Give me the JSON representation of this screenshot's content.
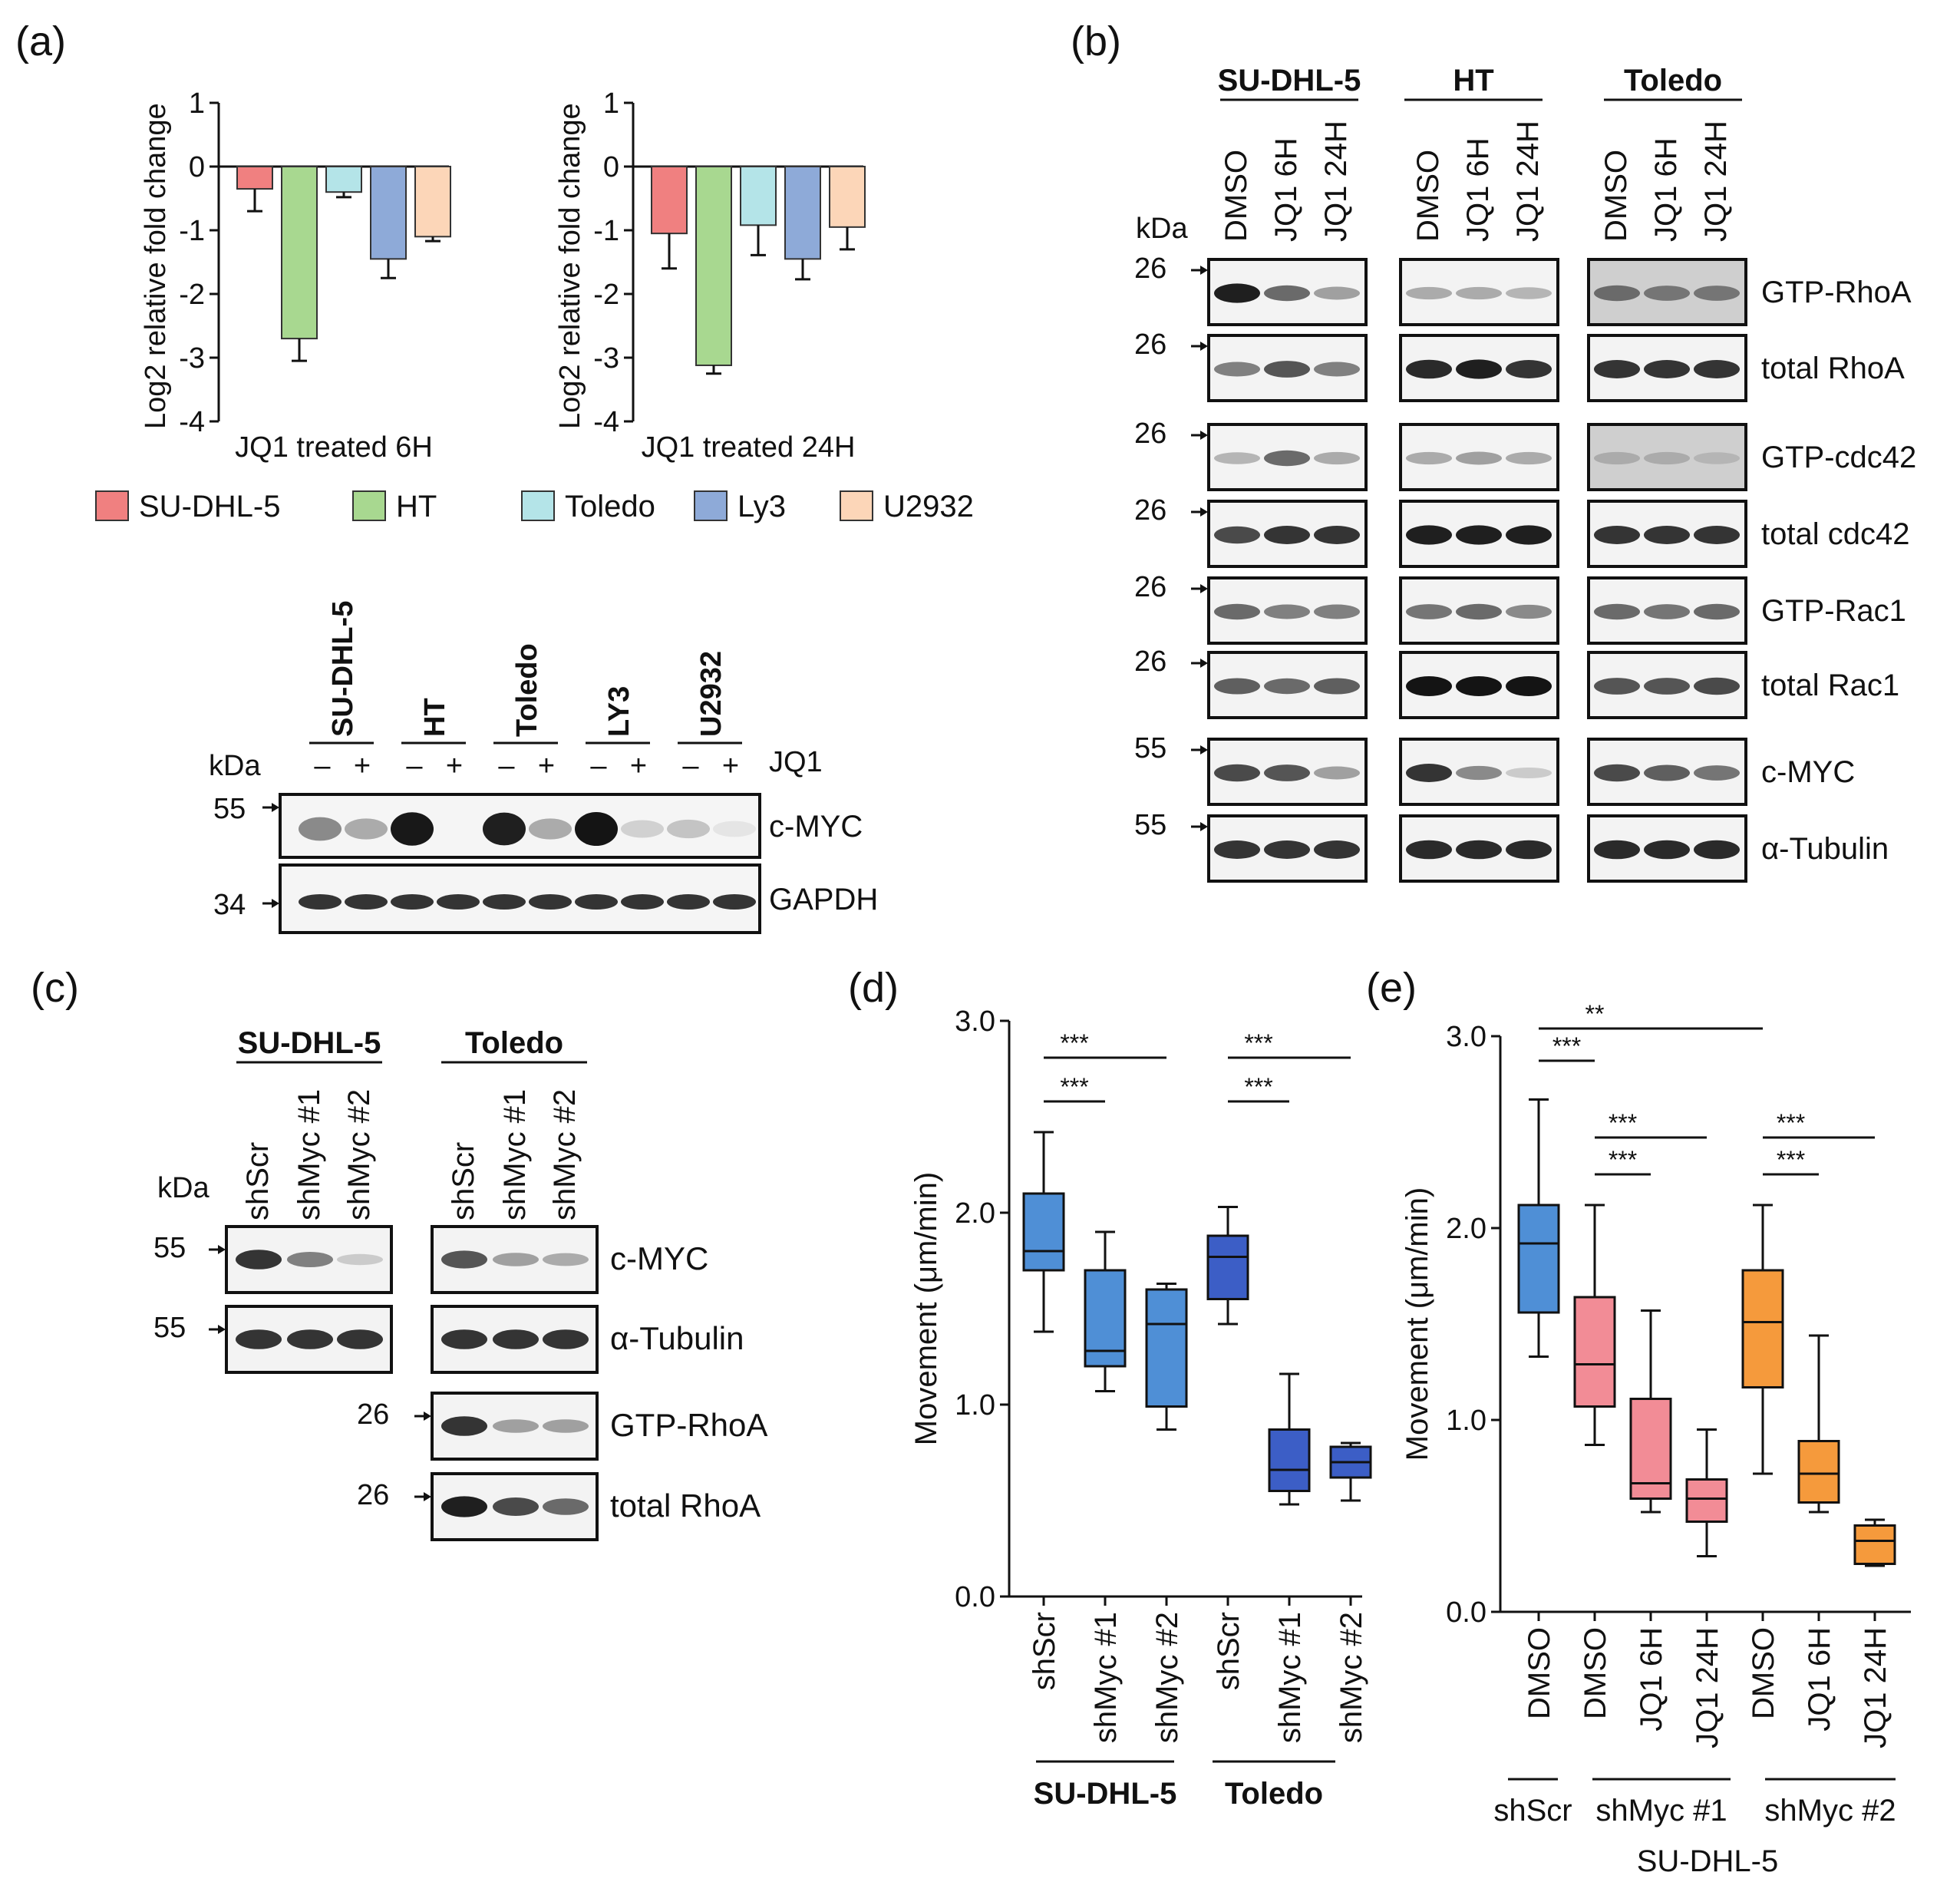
{
  "panels": {
    "a": "(a)",
    "b": "(b)",
    "c": "(c)",
    "d": "(d)",
    "e": "(e)"
  },
  "chart_data": [
    {
      "id": "a1",
      "type": "bar",
      "title": "",
      "xlabel": "JQ1 treated 6H",
      "ylabel": "Log2 relative fold change",
      "ylim": [
        -4,
        1
      ],
      "yticks": [
        "1",
        "0",
        "-1",
        "-2",
        "-3",
        "-4"
      ],
      "categories": [
        "SU-DHL-5",
        "HT",
        "Toledo",
        "Ly3",
        "U2932"
      ],
      "values": [
        -0.35,
        -2.7,
        -0.4,
        -1.45,
        -1.1
      ],
      "errors": [
        0.35,
        0.35,
        0.08,
        0.3,
        0.07
      ]
    },
    {
      "id": "a2",
      "type": "bar",
      "title": "",
      "xlabel": "JQ1 treated 24H",
      "ylabel": "Log2 relative fold change",
      "ylim": [
        -4,
        1
      ],
      "yticks": [
        "1",
        "0",
        "-1",
        "-2",
        "-3",
        "-4"
      ],
      "categories": [
        "SU-DHL-5",
        "HT",
        "Toledo",
        "Ly3",
        "U2932"
      ],
      "values": [
        -1.05,
        -3.12,
        -0.92,
        -1.45,
        -0.95
      ],
      "errors": [
        0.55,
        0.13,
        0.47,
        0.32,
        0.35
      ]
    },
    {
      "id": "d",
      "type": "box",
      "ylabel": "Movement (μm/min)",
      "ylim": [
        0,
        3
      ],
      "yticks": [
        "0.0",
        "1.0",
        "2.0",
        "3.0"
      ],
      "categories": [
        "shScr",
        "shMyc #1",
        "shMyc #2",
        "shScr",
        "shMyc #1",
        "shMyc #2"
      ],
      "groups": [
        "SU-DHL-5",
        "Toledo"
      ],
      "boxes": [
        {
          "min": 1.38,
          "q1": 1.7,
          "median": 1.8,
          "q3": 2.1,
          "max": 2.42
        },
        {
          "min": 1.07,
          "q1": 1.2,
          "median": 1.28,
          "q3": 1.7,
          "max": 1.9
        },
        {
          "min": 0.87,
          "q1": 0.99,
          "median": 1.42,
          "q3": 1.6,
          "max": 1.63
        },
        {
          "min": 1.42,
          "q1": 1.55,
          "median": 1.77,
          "q3": 1.88,
          "max": 2.03
        },
        {
          "min": 0.48,
          "q1": 0.55,
          "median": 0.66,
          "q3": 0.87,
          "max": 1.16
        },
        {
          "min": 0.5,
          "q1": 0.62,
          "median": 0.7,
          "q3": 0.78,
          "max": 0.8
        }
      ],
      "significance": [
        {
          "from": 0,
          "to": 1,
          "label": "***"
        },
        {
          "from": 0,
          "to": 2,
          "label": "***"
        },
        {
          "from": 3,
          "to": 4,
          "label": "***"
        },
        {
          "from": 3,
          "to": 5,
          "label": "***"
        }
      ]
    },
    {
      "id": "e",
      "type": "box",
      "ylabel": "Movement (μm/min)",
      "ylim": [
        0,
        3
      ],
      "yticks": [
        "0.0",
        "1.0",
        "2.0",
        "3.0"
      ],
      "categories": [
        "DMSO",
        "DMSO",
        "JQ1 6H",
        "JQ1 24H",
        "DMSO",
        "JQ1 6H",
        "JQ1 24H"
      ],
      "groups": [
        "shScr",
        "shMyc #1",
        "shMyc #2"
      ],
      "footer": "SU-DHL-5",
      "boxes": [
        {
          "min": 1.33,
          "q1": 1.56,
          "median": 1.92,
          "q3": 2.12,
          "max": 2.67
        },
        {
          "min": 0.87,
          "q1": 1.07,
          "median": 1.29,
          "q3": 1.64,
          "max": 2.12
        },
        {
          "min": 0.52,
          "q1": 0.59,
          "median": 0.67,
          "q3": 1.11,
          "max": 1.57
        },
        {
          "min": 0.29,
          "q1": 0.47,
          "median": 0.59,
          "q3": 0.69,
          "max": 0.95
        },
        {
          "min": 0.72,
          "q1": 1.17,
          "median": 1.51,
          "q3": 1.78,
          "max": 2.12
        },
        {
          "min": 0.52,
          "q1": 0.57,
          "median": 0.72,
          "q3": 0.89,
          "max": 1.44
        },
        {
          "min": 0.24,
          "q1": 0.25,
          "median": 0.37,
          "q3": 0.45,
          "max": 0.48
        }
      ],
      "significance": [
        {
          "from": 0,
          "to": 4,
          "label": "**"
        },
        {
          "from": 0,
          "to": 1,
          "label": "***"
        },
        {
          "from": 1,
          "to": 2,
          "label": "***"
        },
        {
          "from": 1,
          "to": 3,
          "label": "***"
        },
        {
          "from": 4,
          "to": 5,
          "label": "***"
        },
        {
          "from": 4,
          "to": 6,
          "label": "***"
        }
      ]
    }
  ],
  "legend": [
    {
      "label": "SU-DHL-5",
      "color": "#f08080"
    },
    {
      "label": "HT",
      "color": "#a8d890"
    },
    {
      "label": "Toledo",
      "color": "#b4e4e8"
    },
    {
      "label": "Ly3",
      "color": "#8eaad8"
    },
    {
      "label": "U2932",
      "color": "#fcd6b8"
    }
  ],
  "colors": {
    "a_bars": [
      "#f08080",
      "#a8d890",
      "#b4e4e8",
      "#8eaad8",
      "#fcd6b8"
    ],
    "d_boxes": [
      "#4f8fd6",
      "#4f8fd6",
      "#4f8fd6",
      "#3c5ec6",
      "#3c5ec6",
      "#3c5ec6"
    ],
    "e_boxes": [
      "#4f8fd6",
      "#f28c96",
      "#f28c96",
      "#f28c96",
      "#f59a3c",
      "#f59a3c",
      "#f59a3c"
    ]
  },
  "blot_a": {
    "cell_lines": [
      "SU-DHL-5",
      "HT",
      "Toledo",
      "LY3",
      "U2932"
    ],
    "treatment_label": "JQ1",
    "signs": [
      "–",
      "+"
    ],
    "kda": "kDa",
    "rows": [
      {
        "label": "c-MYC",
        "marker": "55",
        "intensity": [
          0.45,
          0.3,
          0.98,
          0.0,
          0.95,
          0.3,
          1.0,
          0.12,
          0.18,
          0.03
        ]
      },
      {
        "label": "GAPDH",
        "marker": "34",
        "intensity": [
          0.85,
          0.85,
          0.85,
          0.85,
          0.85,
          0.85,
          0.85,
          0.85,
          0.85,
          0.85
        ]
      }
    ]
  },
  "blot_b": {
    "cell_lines": [
      "SU-DHL-5",
      "HT",
      "Toledo"
    ],
    "lanes": [
      "DMSO",
      "JQ1 6H",
      "JQ1 24H"
    ],
    "kda": "kDa",
    "rows": [
      {
        "label": "GTP-RhoA",
        "marker": "26",
        "intensity": [
          [
            0.95,
            0.6,
            0.35
          ],
          [
            0.3,
            0.3,
            0.25
          ],
          [
            0.6,
            0.55,
            0.55
          ]
        ]
      },
      {
        "label": "total RhoA",
        "marker": "26",
        "intensity": [
          [
            0.5,
            0.7,
            0.5
          ],
          [
            0.9,
            0.95,
            0.85
          ],
          [
            0.85,
            0.85,
            0.85
          ]
        ]
      },
      {
        "label": "GTP-cdc42",
        "marker": "26",
        "intensity": [
          [
            0.25,
            0.6,
            0.3
          ],
          [
            0.3,
            0.35,
            0.3
          ],
          [
            0.3,
            0.3,
            0.25
          ]
        ]
      },
      {
        "label": "total cdc42",
        "marker": "26",
        "intensity": [
          [
            0.75,
            0.85,
            0.85
          ],
          [
            0.95,
            0.95,
            0.95
          ],
          [
            0.85,
            0.85,
            0.85
          ]
        ]
      },
      {
        "label": "GTP-Rac1",
        "marker": "26",
        "intensity": [
          [
            0.6,
            0.5,
            0.5
          ],
          [
            0.55,
            0.6,
            0.45
          ],
          [
            0.6,
            0.55,
            0.6
          ]
        ]
      },
      {
        "label": "total Rac1",
        "marker": "26",
        "intensity": [
          [
            0.65,
            0.6,
            0.65
          ],
          [
            1.0,
            1.0,
            1.0
          ],
          [
            0.7,
            0.7,
            0.75
          ]
        ]
      },
      {
        "label": "c-MYC",
        "marker": "55",
        "intensity": [
          [
            0.75,
            0.7,
            0.35
          ],
          [
            0.85,
            0.45,
            0.15
          ],
          [
            0.75,
            0.65,
            0.55
          ]
        ]
      },
      {
        "label": "α-Tubulin",
        "marker": "55",
        "intensity": [
          [
            0.85,
            0.85,
            0.85
          ],
          [
            0.9,
            0.9,
            0.9
          ],
          [
            0.9,
            0.9,
            0.9
          ]
        ]
      }
    ]
  },
  "blot_c": {
    "cell_lines": [
      "SU-DHL-5",
      "Toledo"
    ],
    "lanes": [
      "shScr",
      "shMyc #1",
      "shMyc #2"
    ],
    "kda": "kDa",
    "rows": [
      {
        "label": "c-MYC",
        "marker": "55",
        "intensity": [
          [
            0.85,
            0.5,
            0.15
          ],
          [
            0.7,
            0.35,
            0.3
          ]
        ]
      },
      {
        "label": "α-Tubulin",
        "marker": "55",
        "intensity": [
          [
            0.85,
            0.85,
            0.85
          ],
          [
            0.85,
            0.85,
            0.85
          ]
        ]
      },
      {
        "label": "GTP-RhoA",
        "marker": "26",
        "intensity": [
          null,
          [
            0.85,
            0.35,
            0.35
          ]
        ]
      },
      {
        "label": "total RhoA",
        "marker": "26",
        "intensity": [
          null,
          [
            0.95,
            0.75,
            0.6
          ]
        ]
      }
    ]
  }
}
